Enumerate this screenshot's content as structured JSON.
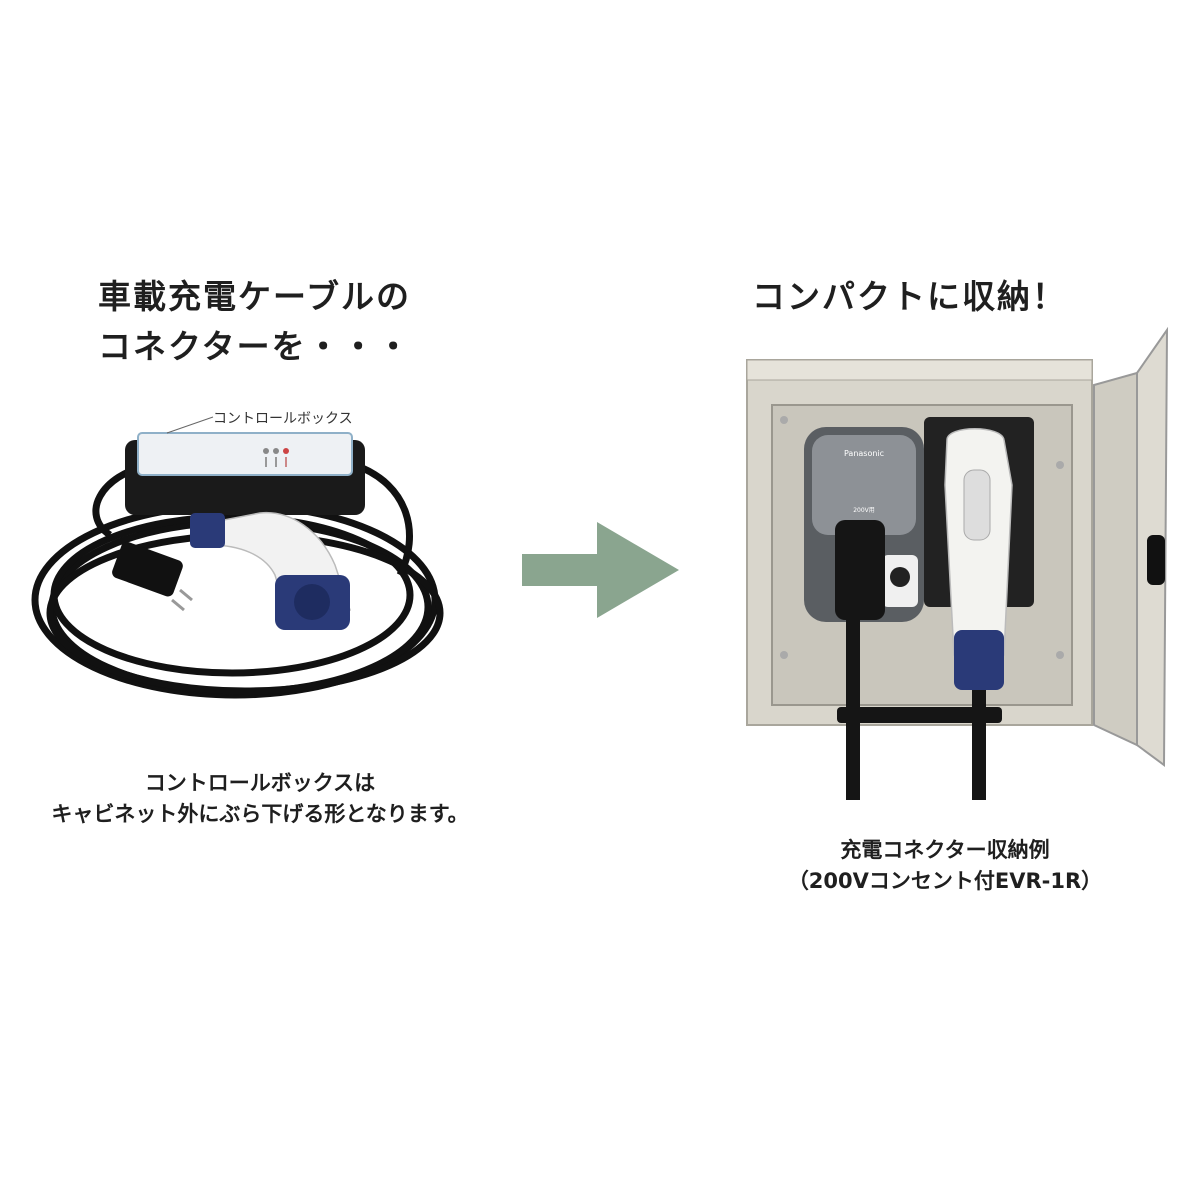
{
  "left": {
    "heading_line1": "車載充電ケーブルの",
    "heading_line2": "コネクターを・・・",
    "control_box_label": "コントロールボックス",
    "caption_line1": "コントロールボックスは",
    "caption_line2": "キャビネット外にぶら下げる形となります。"
  },
  "right": {
    "heading": "コンパクトに収納！",
    "caption_line1": "充電コネクター収納例",
    "caption_line2": "（200Vコンセント付EVR-1R）",
    "device_brand": "Panasonic",
    "device_label": "200V用"
  },
  "colors": {
    "arrow": "#8aa58f",
    "cabinet": "#d9d6cc",
    "connector_accent": "#2a3a78"
  }
}
